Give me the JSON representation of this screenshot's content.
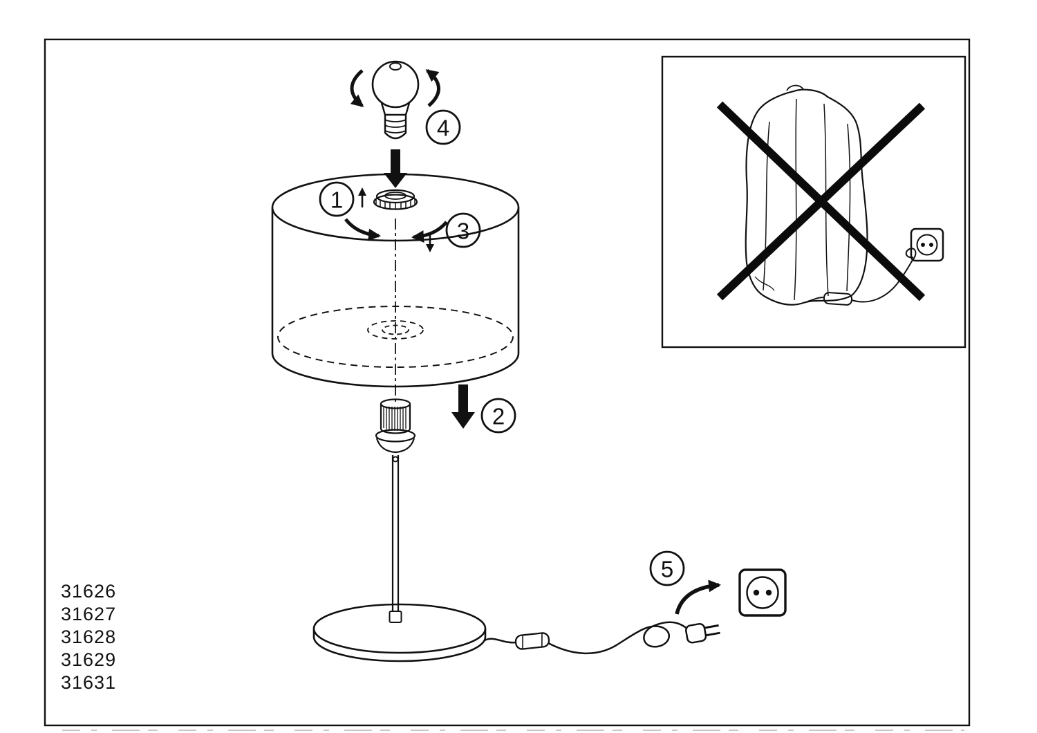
{
  "document": {
    "type": "assembly-instruction-sheet",
    "subject": "table lamp with drum shade"
  },
  "steps": [
    {
      "id": 1,
      "label": "1",
      "meaning": "lift shade ring"
    },
    {
      "id": 2,
      "label": "2",
      "meaning": "lower shade onto socket"
    },
    {
      "id": 3,
      "label": "3",
      "meaning": "screw ring down"
    },
    {
      "id": 4,
      "label": "4",
      "meaning": "screw in bulb"
    },
    {
      "id": 5,
      "label": "5",
      "meaning": "plug into wall outlet"
    }
  ],
  "model_numbers": [
    "31626",
    "31627",
    "31628",
    "31629",
    "31631"
  ],
  "icons": {
    "power_outlet": "rounded-square-with-circle-and-two-pin-holes",
    "prohibition": "large-black-x-cross",
    "rotation": "curved-arrows-around-axis",
    "direction": "solid-black-arrow"
  },
  "colors": {
    "ink": "#111111",
    "background": "#ffffff"
  }
}
